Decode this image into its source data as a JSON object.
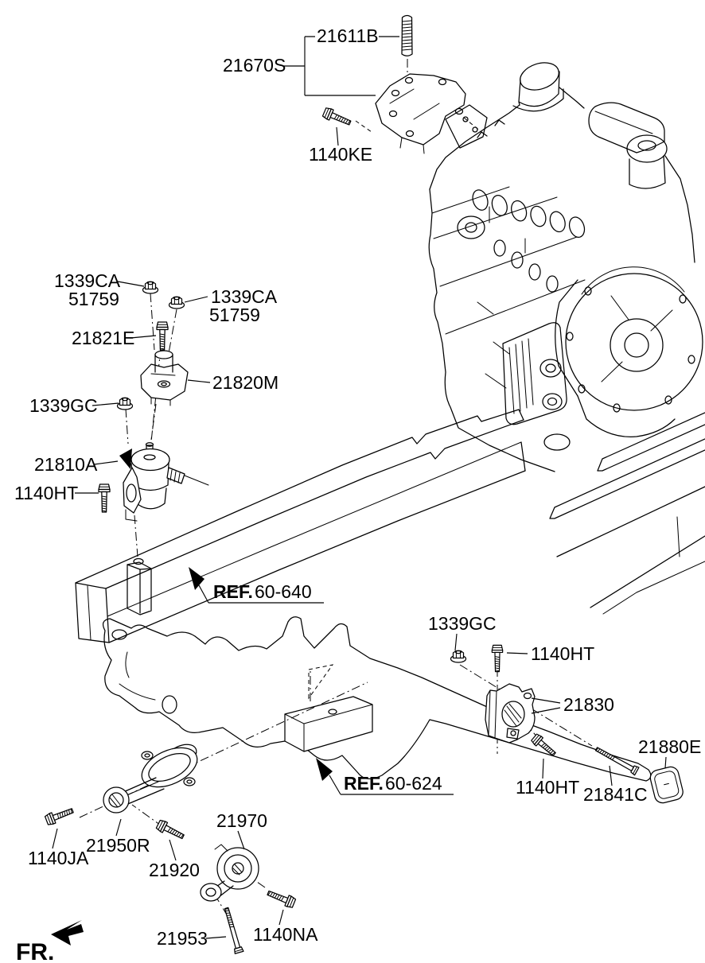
{
  "page": {
    "type": "engine-and-transaxle-mounting-parts-diagram",
    "background_color": "#ffffff",
    "line_color": "#000000"
  },
  "labels": {
    "l21611B": "21611B",
    "l21670S": "21670S",
    "l1140KE": "1140KE",
    "l1339CA_a": "1339CA",
    "l51759_a": "51759",
    "l1339CA_b": "1339CA",
    "l51759_b": "51759",
    "l21821E": "21821E",
    "l21820M": "21820M",
    "l1339GC_a": "1339GC",
    "l21810A": "21810A",
    "l1140HT_a": "1140HT",
    "ref_640_prefix": "REF.",
    "ref_640_code": "60-640",
    "l1339GC_b": "1339GC",
    "l1140HT_b": "1140HT",
    "l21830": "21830",
    "l21880E": "21880E",
    "l1140HT_c": "1140HT",
    "l21841C": "21841C",
    "ref_624_prefix": "REF.",
    "ref_624_code": "60-624",
    "l21970": "21970",
    "l21950R": "21950R",
    "l1140JA": "1140JA",
    "l21920": "21920",
    "l21953": "21953",
    "l1140NA": "1140NA",
    "fr": "FR."
  }
}
